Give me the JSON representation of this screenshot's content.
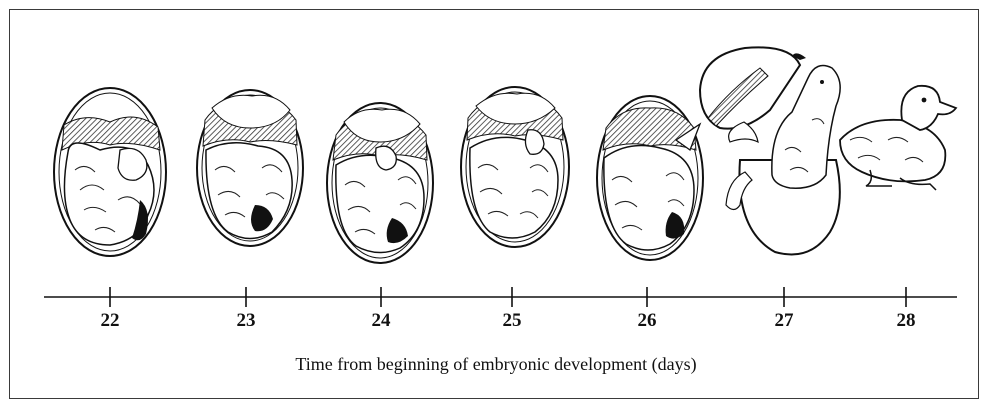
{
  "axis": {
    "caption": "Time from beginning of embryonic development (days)",
    "ticks": [
      "22",
      "23",
      "24",
      "25",
      "26",
      "27",
      "28"
    ]
  },
  "stages": [
    {
      "day": "22",
      "depiction": "embryo-in-egg"
    },
    {
      "day": "23",
      "depiction": "embryo-in-egg"
    },
    {
      "day": "24",
      "depiction": "embryo-in-egg"
    },
    {
      "day": "25",
      "depiction": "embryo-in-egg"
    },
    {
      "day": "26",
      "depiction": "embryo-in-egg"
    },
    {
      "day": "27",
      "depiction": "hatching-duckling"
    },
    {
      "day": "28",
      "depiction": "hatched-duckling"
    }
  ]
}
